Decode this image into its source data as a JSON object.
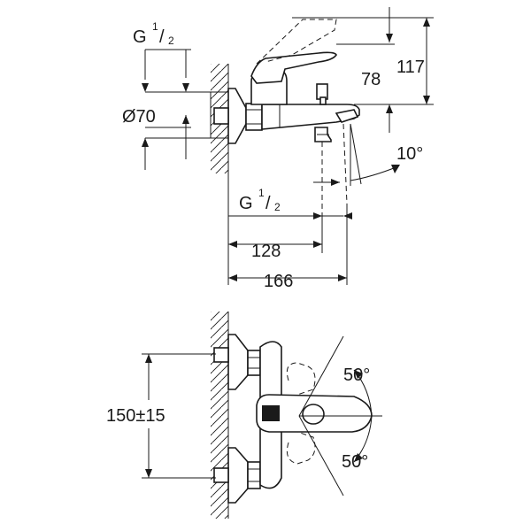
{
  "side_view": {
    "thread_top": {
      "base": "G",
      "num": "1",
      "slash": "/",
      "den": "2"
    },
    "diameter": "Ø70",
    "height_78": "78",
    "height_117": "117",
    "angle": "10°",
    "thread_bottom": {
      "base": "G",
      "num": "1",
      "slash": "/",
      "den": "2"
    },
    "width_128": "128",
    "width_166": "166"
  },
  "front_view": {
    "center_distance": "150±15",
    "angle_top": "50°",
    "angle_bottom": "50°"
  }
}
